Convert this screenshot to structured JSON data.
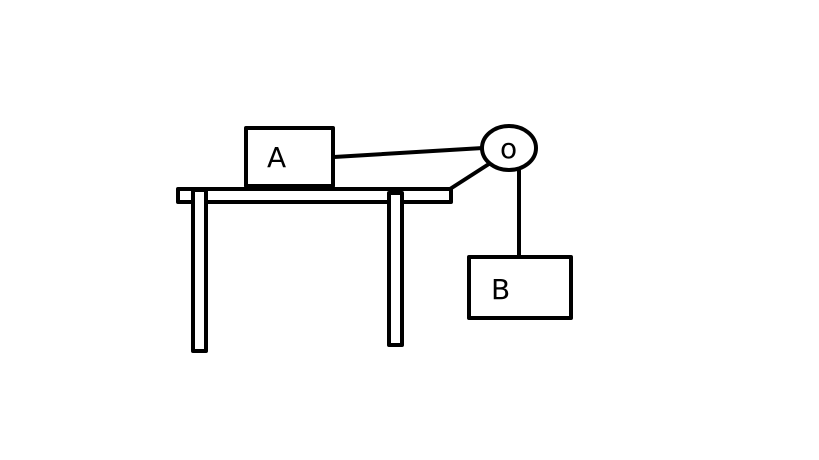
{
  "diagram": {
    "block_a_label": "A",
    "block_b_label": "B",
    "pulley_label": "o"
  },
  "colors": {
    "stroke": "#000000",
    "background": "#ffffff"
  }
}
